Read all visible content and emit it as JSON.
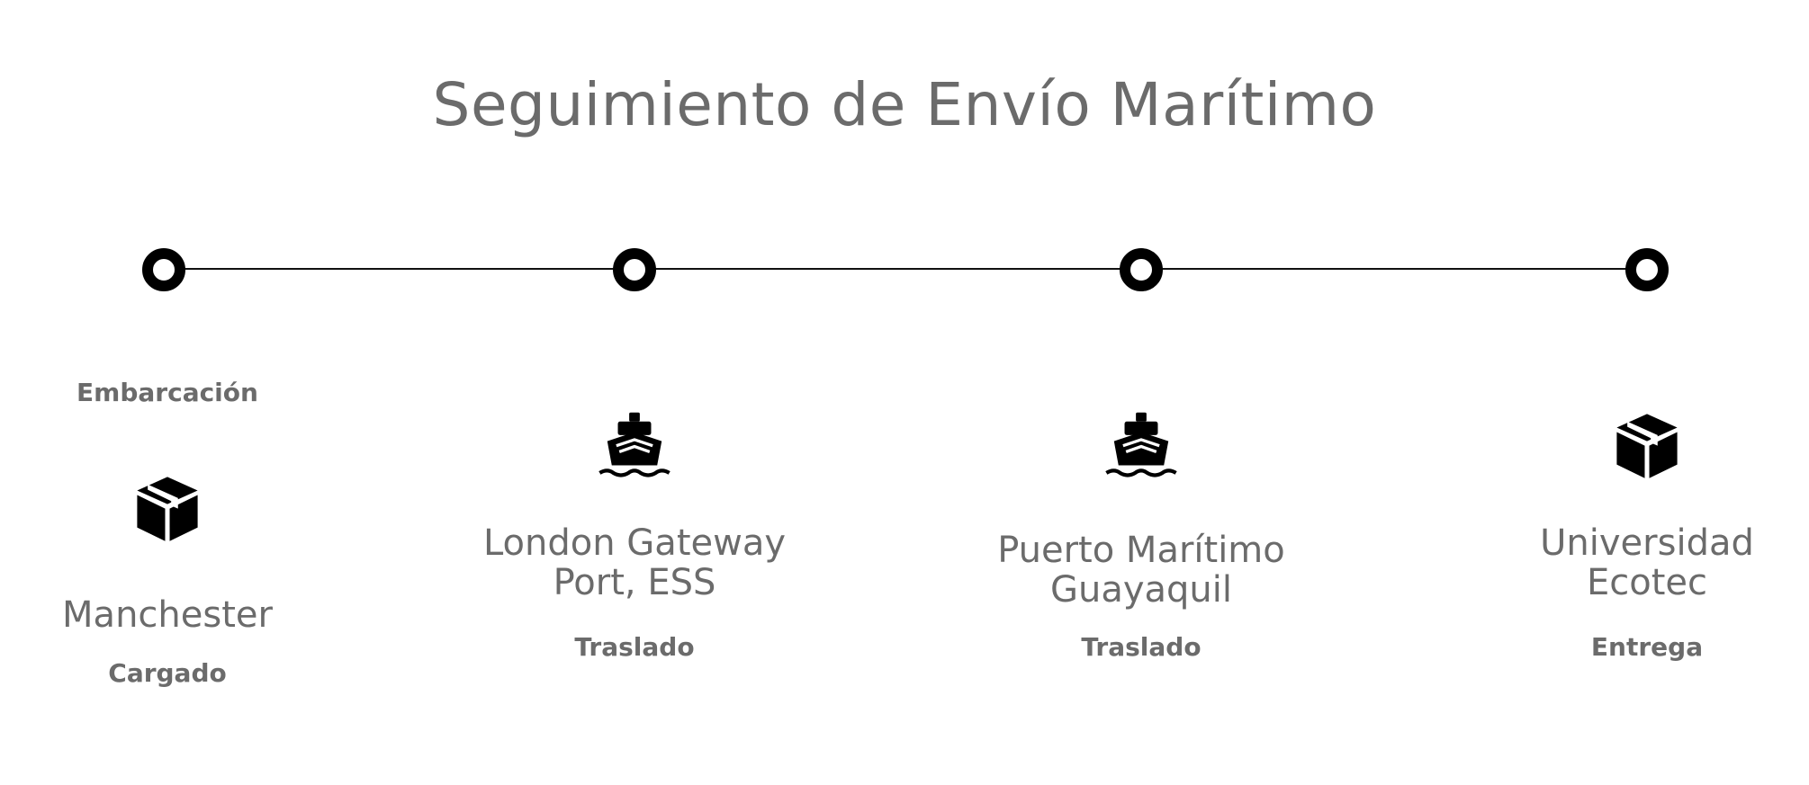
{
  "title": "Seguimiento de Envío Marítimo",
  "stops": [
    {
      "status_top": "Embarcación",
      "icon": "package-icon",
      "place": [
        "Manchester"
      ],
      "status": "Cargado"
    },
    {
      "icon": "ship-icon",
      "place": [
        "London Gateway",
        "Port, ESS"
      ],
      "status": "Traslado"
    },
    {
      "icon": "ship-icon",
      "place": [
        "Puerto Marítimo",
        "Guayaquil"
      ],
      "status": "Traslado"
    },
    {
      "icon": "package-icon",
      "place": [
        "Universidad",
        "Ecotec"
      ],
      "status": "Entrega"
    }
  ],
  "colors": {
    "text": "#6b6b6b",
    "line": "#111111",
    "node": "#000000"
  }
}
